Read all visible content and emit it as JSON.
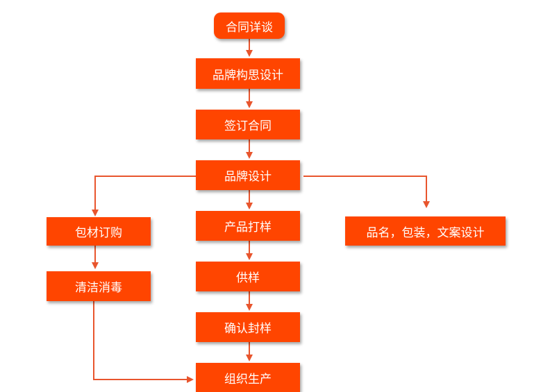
{
  "colors": {
    "box_fill": "#FF4500",
    "line": "#E8552D",
    "text": "#FFFFFF"
  },
  "steps": {
    "negotiate": "合同详谈",
    "brand_concept": "品牌构思设计",
    "sign_contract": "签订合同",
    "brand_design": "品牌设计",
    "packaging_purchase": "包材订购",
    "cleaning": "清洁消毒",
    "product_sampling": "产品打样",
    "sample_supply": "供样",
    "confirm_seal": "确认封样",
    "production": "组织生产",
    "name_package_copy": "品名，包装，文案设计"
  }
}
